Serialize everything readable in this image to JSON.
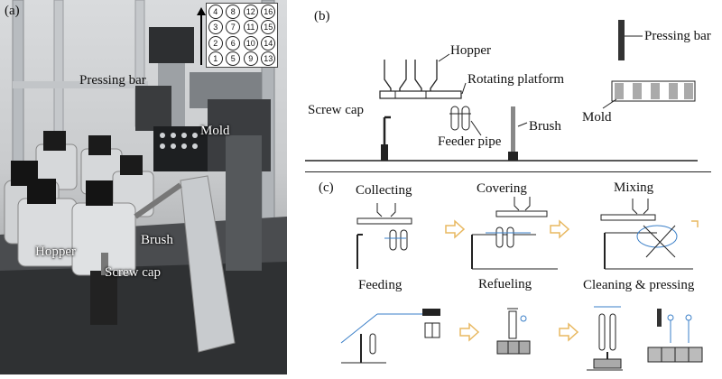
{
  "panel_a": {
    "letter": "(a)",
    "labels": {
      "pressing_bar": "Pressing bar",
      "mold": "Mold",
      "hopper": "Hopper",
      "brush": "Brush",
      "screw_cap": "Screw cap"
    },
    "grid_numbers": [
      "4",
      "8",
      "12",
      "16",
      "3",
      "7",
      "11",
      "15",
      "2",
      "6",
      "10",
      "14",
      "1",
      "5",
      "9",
      "13"
    ]
  },
  "panel_b": {
    "letter": "(b)",
    "labels": {
      "hopper": "Hopper",
      "rotating_platform": "Rotating platform",
      "pressing_bar": "Pressing bar",
      "screw_cap": "Screw cap",
      "feeder_pipe": "Feeder pipe",
      "brush": "Brush",
      "mold": "Mold"
    }
  },
  "panel_c": {
    "letter": "(c)",
    "steps": [
      {
        "label": "Collecting"
      },
      {
        "label": "Covering"
      },
      {
        "label": "Mixing"
      },
      {
        "label": "Feeding"
      },
      {
        "label": "Refueling"
      },
      {
        "label": "Cleaning & pressing"
      }
    ]
  },
  "colors": {
    "arrow": "#e8b860",
    "accent_blue": "#3a7fc8",
    "line": "#222222"
  }
}
